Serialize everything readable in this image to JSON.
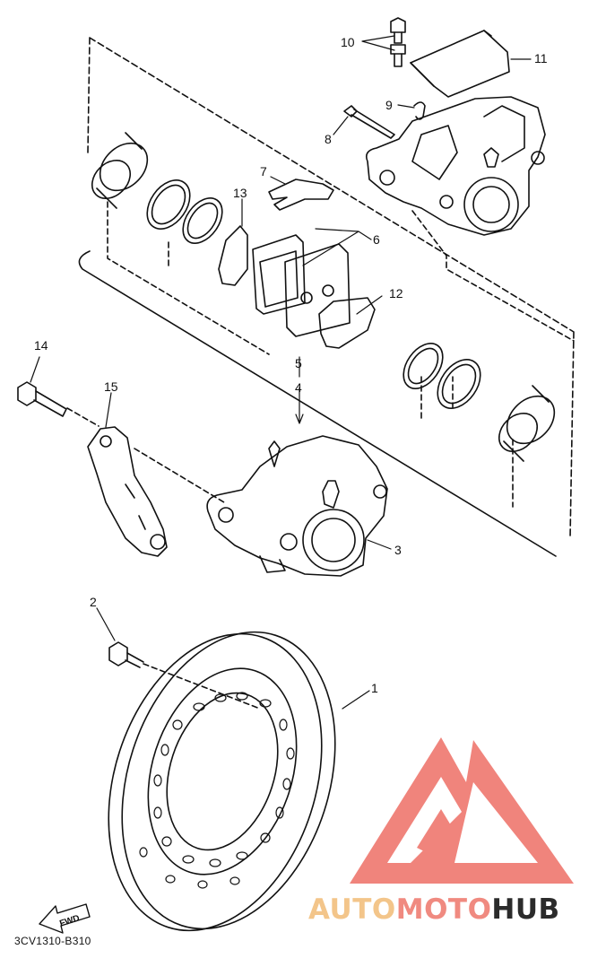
{
  "labels": {
    "n1": "1",
    "n2": "2",
    "n3": "3",
    "n4": "4",
    "n5": "5",
    "n6": "6",
    "n7": "7",
    "n8": "8",
    "n9": "9",
    "n10": "10",
    "n11": "11",
    "n12": "12",
    "n13": "13",
    "n14": "14",
    "n15": "15"
  },
  "fwd_label": "FWD",
  "diagram_code": "3CV1310-B310",
  "watermark": {
    "part1": "AUTO",
    "part2": "MOTO",
    "part3": "HUB"
  },
  "colors": {
    "line": "#111111",
    "logo_red": "#ee6f66",
    "logo_orange": "#f3c58a",
    "logo_dark": "#2b2b2b"
  }
}
